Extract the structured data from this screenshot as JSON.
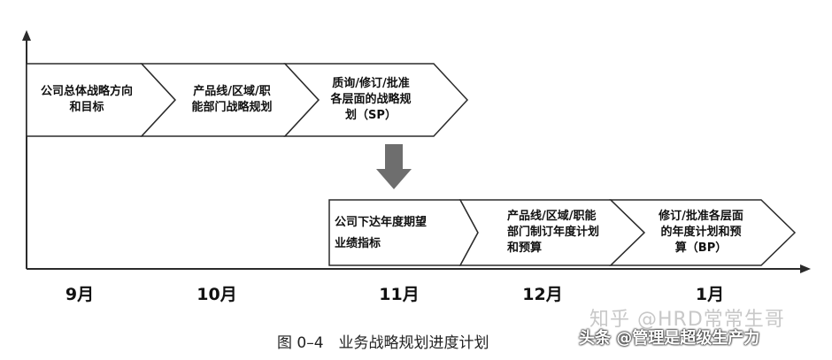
{
  "diagram": {
    "phase1": [
      {
        "lines": [
          "公司总体战略方向",
          "和目标"
        ]
      },
      {
        "lines": [
          "产品线/区域/职",
          "能部门战略规划"
        ]
      },
      {
        "lines": [
          "质询/修订/批准",
          "各层面的战略规",
          "划（SP）"
        ]
      }
    ],
    "phase2": [
      {
        "lines": [
          "公司下达年度期望",
          "业绩指标"
        ]
      },
      {
        "lines": [
          "产品线/区域/职能",
          "部门制订年度计划",
          "和预算"
        ]
      },
      {
        "lines": [
          "修订/批准各层面",
          "的年度计划和预",
          "算（BP）"
        ]
      }
    ],
    "months": [
      "9月",
      "10月",
      "11月",
      "12月",
      "1月"
    ],
    "caption": "图 0–4　业务战略规划进度计划"
  },
  "watermarks": {
    "zhihu": "知乎 @HRD常常生哥",
    "toutiao": "头条 @管理是超级生产力"
  },
  "colors": {
    "stroke": "#2b2b2b",
    "fill": "#ffffff",
    "down_arrow": "#6e6e6e"
  }
}
